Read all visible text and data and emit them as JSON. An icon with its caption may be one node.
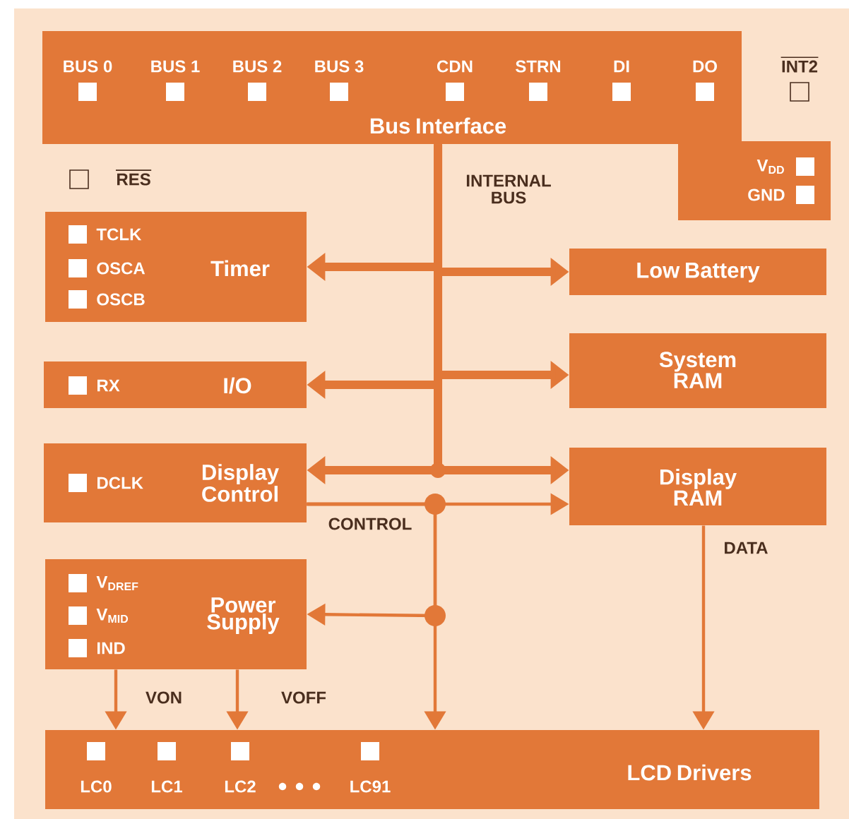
{
  "diagram": {
    "nodes": [
      {
        "text": [
          "BUS 0",
          "BUS 1",
          "BUS 2",
          "BUS 3",
          "CDN",
          "STRN",
          "DI",
          "DO",
          "Bus Interface",
          "V$_{DD}$",
          "GND"
        ]
      },
      {
        "text": [
          "TCLK",
          "OSCA",
          "OSCB",
          "Timer"
        ]
      },
      {
        "text": [
          "Low Battery"
        ]
      },
      {
        "text": [
          "RX",
          "I/O"
        ]
      },
      {
        "text": [
          "System RAM"
        ]
      },
      {
        "text": [
          "DCLK",
          "Display Control"
        ]
      },
      {
        "text": [
          "Display RAM"
        ]
      },
      {
        "text": [
          "V$_{DREF}$",
          "V$_{MID}$",
          "IND",
          "Power Supply"
        ]
      },
      {
        "text": [
          "LC0",
          "LC1",
          "LC2",
          "LC91",
          "LCD Drivers"
        ]
      }
    ],
    "edges": [
      {
        "from": 0,
        "to": 1,
        "arrow": "to",
        "style": "thick"
      },
      {
        "from": 0,
        "to": 2,
        "arrow": "to",
        "style": "thick"
      },
      {
        "from": 0,
        "to": 3,
        "arrow": "to",
        "style": "thick"
      },
      {
        "from": 0,
        "to": 4,
        "arrow": "to",
        "style": "thick"
      },
      {
        "from": 0,
        "to": 5,
        "arrow": "to",
        "style": "thick"
      },
      {
        "from": 0,
        "to": 6,
        "arrow": "to",
        "style": "thick"
      },
      {
        "from": 5,
        "to": 6,
        "arrow": "to",
        "label": "CONTROL"
      },
      {
        "from": 5,
        "to": 7,
        "arrow": "to"
      },
      {
        "from": 5,
        "to": 8,
        "arrow": "to"
      },
      {
        "from": 6,
        "to": 8,
        "arrow": "to",
        "label": "DATA"
      },
      {
        "from": 7,
        "to": 8,
        "arrow": "to",
        "label": "VON"
      },
      {
        "from": 7,
        "to": 8,
        "arrow": "to",
        "label": "VOFF"
      }
    ],
    "labels": [
      "INT2",
      "RES",
      "INTERNAL BUS"
    ]
  }
}
